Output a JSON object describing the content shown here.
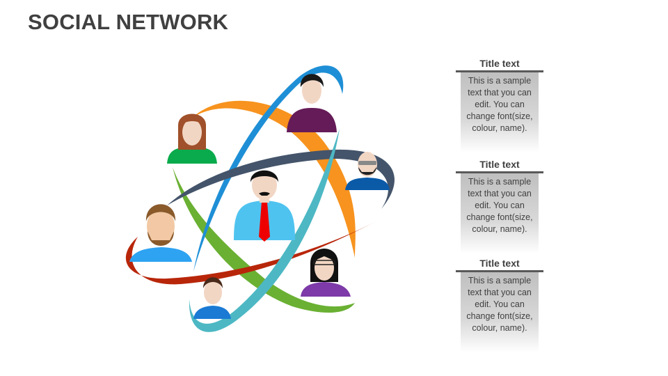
{
  "slide": {
    "title": "SOCIAL NETWORK"
  },
  "diagram": {
    "type": "social-network-orbit",
    "orbits": [
      {
        "name": "blue",
        "color": "#1e8fd6"
      },
      {
        "name": "orange",
        "color": "#f7931e"
      },
      {
        "name": "slate",
        "color": "#44546a"
      },
      {
        "name": "green",
        "color": "#6ab033"
      },
      {
        "name": "teal",
        "color": "#4db8c4"
      },
      {
        "name": "red",
        "color": "#d4300c"
      }
    ],
    "people": [
      {
        "id": "center-man-tie",
        "shirt": "#4fc3ef"
      },
      {
        "id": "woman-green",
        "shirt": "#0aab4c"
      },
      {
        "id": "woman-purple-jacket",
        "shirt": "#651b57"
      },
      {
        "id": "bald-man-glasses",
        "shirt": "#0a5aa8"
      },
      {
        "id": "bearded-man",
        "shirt": "#2ea3f2"
      },
      {
        "id": "woman-glasses-purple",
        "shirt": "#7d3aa8"
      },
      {
        "id": "woman-blue",
        "shirt": "#1a7ad4"
      }
    ]
  },
  "cards": [
    {
      "title": "Title text",
      "body": "This is a sample text that you can edit. You can change font(size, colour, name)."
    },
    {
      "title": "Title text",
      "body": "This is a sample text that you can edit. You can change font(size, colour, name)."
    },
    {
      "title": "Title text",
      "body": "This is a sample text that you can edit. You can change font(size, colour, name)."
    }
  ]
}
